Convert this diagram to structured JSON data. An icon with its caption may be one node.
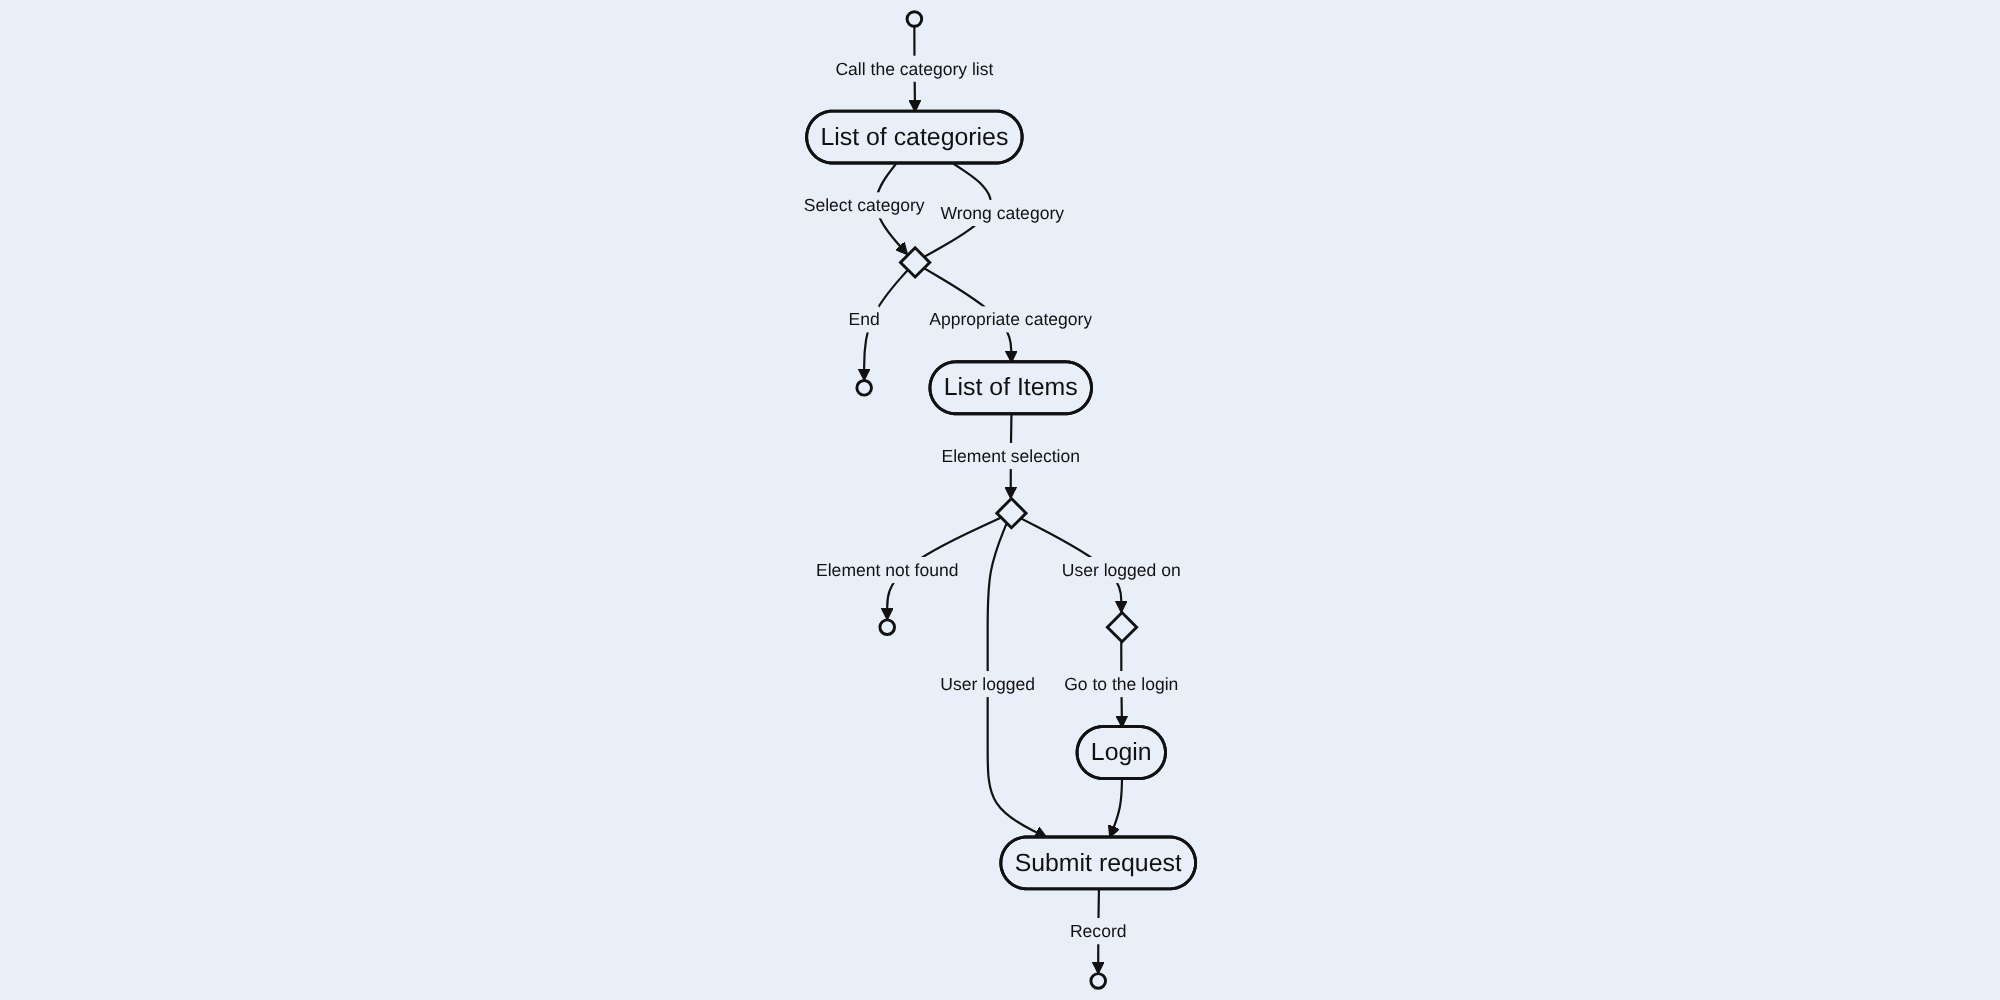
{
  "diagram": {
    "nodes": [
      {
        "text": [],
        "shape": "circle"
      },
      {
        "text": [
          "List of categories"
        ]
      },
      {
        "text": [],
        "shape": "diamond"
      },
      {
        "text": [],
        "shape": "circle"
      },
      {
        "text": [
          "List of Items"
        ]
      },
      {
        "text": [],
        "shape": "diamond"
      },
      {
        "text": [],
        "shape": "circle"
      },
      {
        "text": [],
        "shape": "diamond"
      },
      {
        "text": [
          "Submit request"
        ]
      },
      {
        "text": [
          "Login"
        ]
      },
      {
        "text": [],
        "shape": "circle"
      }
    ],
    "edges": [
      {
        "from": 0,
        "to": 1,
        "arrow": "to",
        "label": "Call the category list"
      },
      {
        "from": 1,
        "to": 2,
        "arrow": "to",
        "label": "Select category"
      },
      {
        "from": 2,
        "to": 3,
        "arrow": "to",
        "label": "End"
      },
      {
        "from": 2,
        "to": 1,
        "arrow": "none",
        "label": "Wrong category"
      },
      {
        "from": 2,
        "to": 4,
        "arrow": "to",
        "label": "Appropriate category"
      },
      {
        "from": 4,
        "to": 5,
        "arrow": "to",
        "label": "Element selection"
      },
      {
        "from": 5,
        "to": 6,
        "arrow": "to",
        "label": "Element not found"
      },
      {
        "from": 5,
        "to": 7,
        "arrow": "to",
        "label": "User logged on"
      },
      {
        "from": 5,
        "to": 8,
        "arrow": "to",
        "label": "User logged"
      },
      {
        "from": 7,
        "to": 9,
        "arrow": "to",
        "label": "Go to the login"
      },
      {
        "from": 9,
        "to": 8,
        "arrow": "to"
      },
      {
        "from": 8,
        "to": 10,
        "arrow": "to",
        "label": "Record"
      }
    ]
  }
}
